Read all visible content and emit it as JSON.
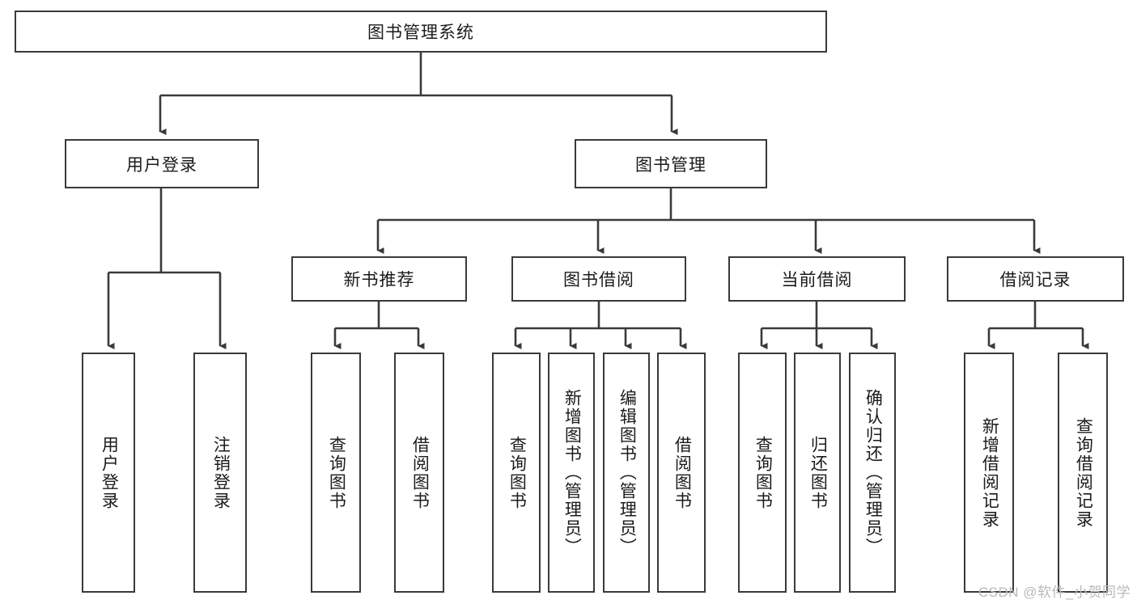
{
  "diagram": {
    "title": "图书管理系统",
    "type": "hierarchy-tree",
    "root": {
      "label": "图书管理系统"
    },
    "level1": [
      {
        "label": "用户登录"
      },
      {
        "label": "图书管理"
      }
    ],
    "level2": [
      {
        "label": "新书推荐"
      },
      {
        "label": "图书借阅"
      },
      {
        "label": "当前借阅"
      },
      {
        "label": "借阅记录"
      }
    ],
    "leaves": [
      {
        "label": "用户登录"
      },
      {
        "label": "注销登录"
      },
      {
        "label": "查询图书"
      },
      {
        "label": "借阅图书"
      },
      {
        "label": "查询图书"
      },
      {
        "label": "新增图书（管理员）"
      },
      {
        "label": "编辑图书（管理员）"
      },
      {
        "label": "借阅图书"
      },
      {
        "label": "查询图书"
      },
      {
        "label": "归还图书"
      },
      {
        "label": "确认归还（管理员）"
      },
      {
        "label": "新增借阅记录"
      },
      {
        "label": "查询借阅记录"
      }
    ]
  },
  "watermark": {
    "text": "CSDN @软件_小贺同学"
  },
  "colors": {
    "stroke": "#3a3a3a",
    "text": "#1b1b1b",
    "background": "#ffffff",
    "watermark": "#b9b9b9"
  }
}
